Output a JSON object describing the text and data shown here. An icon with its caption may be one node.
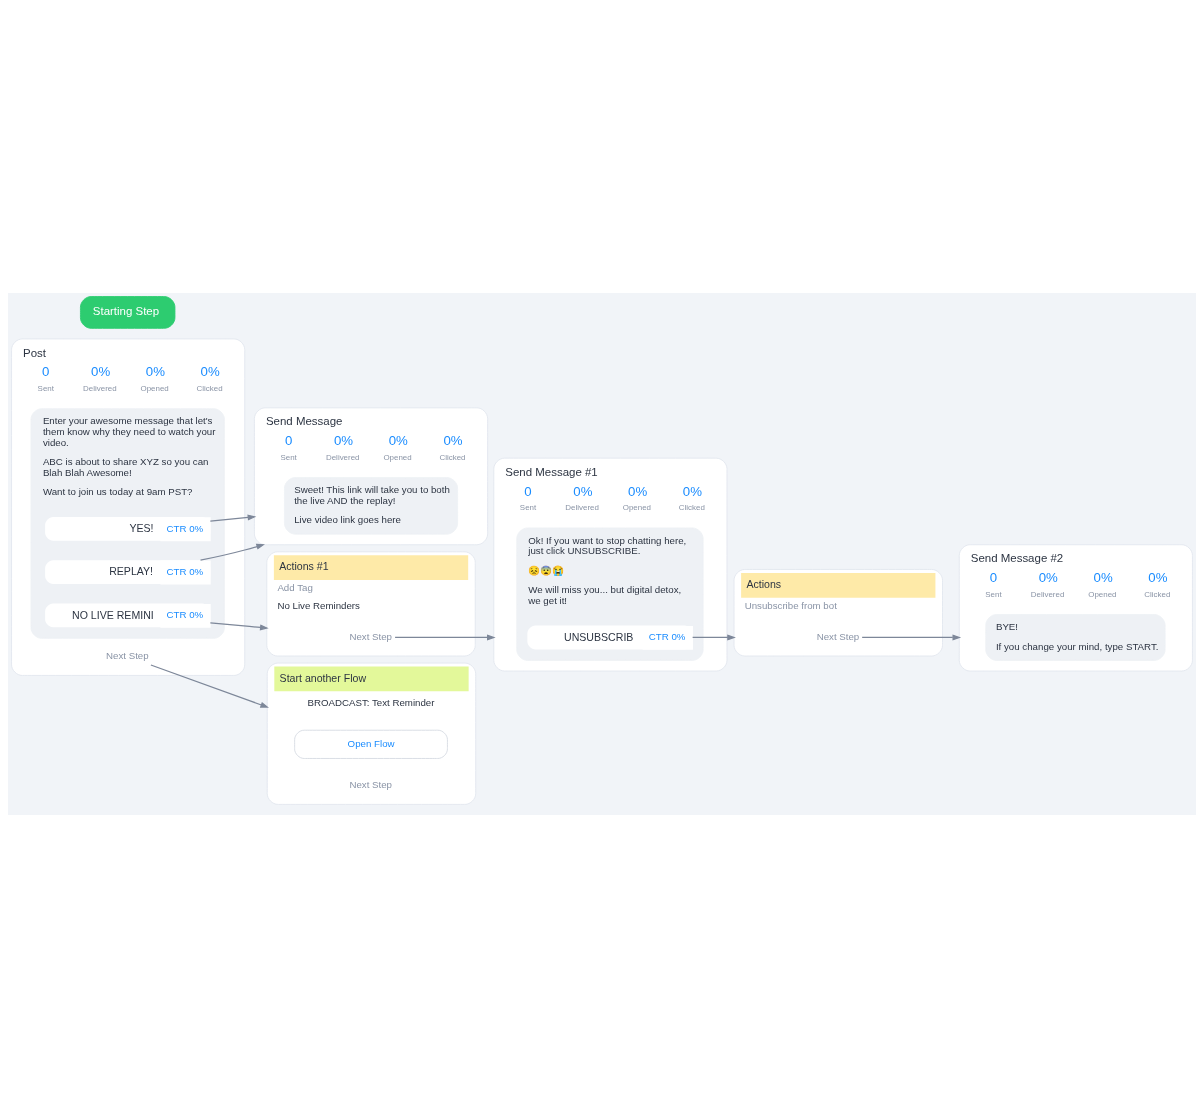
{
  "diagram": {
    "nodes": [
      {
        "text": [
          "Starting Step"
        ]
      },
      {
        "text": [
          "Post",
          "0",
          "Sent",
          "0%",
          "Delivered",
          "0%",
          "Opened",
          "0%",
          "Clicked"
        ]
      },
      {
        "text": [
          "Enter your awesome message that let's them know why they need to watch your video.",
          "ABC is about to share XYZ so you can Blah Blah Awesome!",
          "Want to join us today at 9am PST?"
        ],
        "in": 1
      },
      {
        "text": [
          "YES!",
          "CTR 0%"
        ],
        "in": 2
      },
      {
        "text": [
          "REPLAY!",
          "CTR 0%"
        ],
        "in": 2
      },
      {
        "text": [
          "NO LIVE REMINI",
          "CTR 0%"
        ],
        "in": 2
      },
      {
        "text": [
          "Next Step"
        ],
        "in": 1
      },
      {
        "text": [
          "Send Message",
          "0",
          "Sent",
          "0%",
          "Delivered",
          "0%",
          "Opened",
          "0%",
          "Clicked"
        ]
      },
      {
        "text": [
          "Sweet! This link will take you to both the live AND the replay!",
          "Live video link goes here"
        ],
        "in": 7
      },
      {
        "text": [
          "Actions #1",
          "Add Tag",
          "No Live Reminders"
        ]
      },
      {
        "text": [
          "Next Step"
        ],
        "in": 9
      },
      {
        "text": [
          "Start another Flow",
          "BROADCAST: Text Reminder"
        ]
      },
      {
        "text": [
          "Open Flow"
        ],
        "in": 11
      },
      {
        "text": [
          "Next Step"
        ],
        "in": 11
      },
      {
        "text": [
          "Send Message #1",
          "0",
          "Sent",
          "0%",
          "Delivered",
          "0%",
          "Opened",
          "0%",
          "Clicked"
        ]
      },
      {
        "text": [
          "Ok! If you want to stop chatting here, just click UNSUBSCRIBE.",
          "😣😨😭",
          "We will miss you... but digital detox, we get it!"
        ],
        "in": 14
      },
      {
        "text": [
          "UNSUBSCRIB",
          "CTR 0%"
        ],
        "in": 15
      },
      {
        "text": [
          "Actions",
          "Unsubscribe from bot"
        ]
      },
      {
        "text": [
          "Next Step"
        ],
        "in": 17
      },
      {
        "text": [
          "Send Message #2",
          "0",
          "Sent",
          "0%",
          "Delivered",
          "0%",
          "Opened",
          "0%",
          "Clicked"
        ]
      },
      {
        "text": [
          "BYE!",
          "If you change your mind, type START."
        ],
        "in": 19
      }
    ],
    "edges": [
      {
        "from": 3,
        "to": 7,
        "arrow": "to"
      },
      {
        "from": 4,
        "to": 7,
        "arrow": "to"
      },
      {
        "from": 5,
        "to": 9,
        "arrow": "to"
      },
      {
        "from": 6,
        "to": 11,
        "arrow": "to"
      },
      {
        "from": 10,
        "to": 14,
        "arrow": "to"
      },
      {
        "from": 16,
        "to": 17,
        "arrow": "to"
      },
      {
        "from": 18,
        "to": 19,
        "arrow": "to"
      }
    ]
  }
}
